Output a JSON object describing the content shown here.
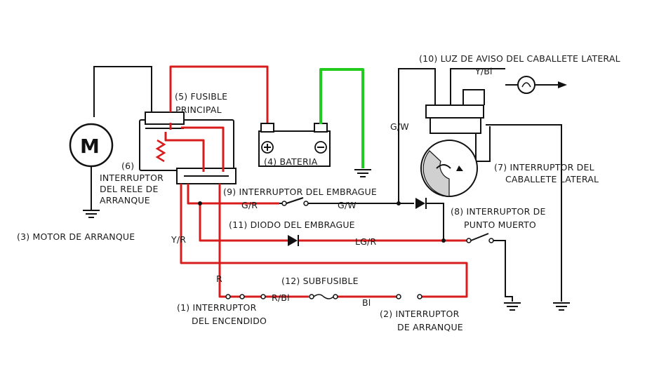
{
  "colors": {
    "red_wire": "#d81c1c",
    "green_wire": "#22cc1e",
    "black_wire": "#111111"
  },
  "labels": {
    "luz_aviso": "(10) LUZ DE AVISO DEL CABALLETE LATERAL",
    "y_bl": "Y/Bl",
    "fusible_1": "(5) FUSIBLE",
    "fusible_2": "PRINCIPAL",
    "motor_symbol": "M",
    "bateria": "(4) BATERIA",
    "g_w_top": "G/W",
    "rele_1": "(6)",
    "rele_2": "INTERRUPTOR",
    "rele_3": "DEL RELE DE",
    "rele_4": "ARRANQUE",
    "caballete_1": "(7) INTERRUPTOR DEL",
    "caballete_2": "CABALLETE LATERAL",
    "embrague": "(9) INTERRUPTOR DEL EMBRAGUE",
    "g_r": "G/R",
    "g_w_mid": "G/W",
    "punto_muerto_1": "(8) INTERRUPTOR DE",
    "punto_muerto_2": "PUNTO MUERTO",
    "motor_arranque": "(3) MOTOR DE ARRANQUE",
    "diodo": "(11) DIODO DEL EMBRAGUE",
    "y_r": "Y/R",
    "lg_r": "LG/R",
    "subfusible": "(12) SUBFUSIBLE",
    "r": "R",
    "r_bl": "R/Bl",
    "bl": "Bl",
    "encendido_1": "(1) INTERRUPTOR",
    "encendido_2": "DEL ENCENDIDO",
    "arranque_1": "(2) INTERRUPTOR",
    "arranque_2": "DE ARRANQUE"
  }
}
